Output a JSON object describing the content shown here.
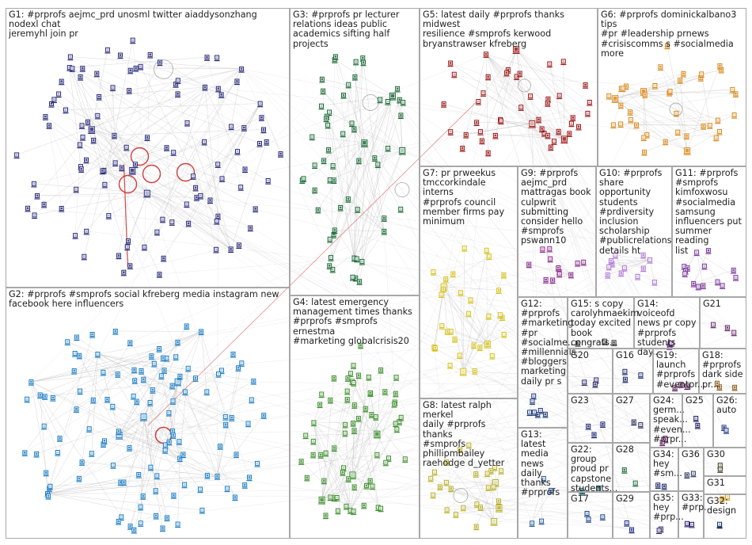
{
  "colors": {
    "edge": "#b8b8b8",
    "edge_red": "#c81e1e",
    "box_border": "#a8a8a8",
    "label_text": "#222222"
  },
  "groups": [
    {
      "id": "G1",
      "label": "G1: #prprofs aejmc_prd unosml twitter aiaddysonzhang nodexl chat\njeremyhl join pr",
      "color": "#2b2d7a",
      "nodes": 110
    },
    {
      "id": "G2",
      "label": "G2: #prprofs #smprofs social kfreberg media instagram new\nfacebook here influencers",
      "color": "#1f7fc4",
      "nodes": 120
    },
    {
      "id": "G3",
      "label": "G3: #prprofs pr lecturer\nrelations ideas public\nacademics sifting half projects",
      "color": "#1e6b3a",
      "nodes": 60
    },
    {
      "id": "G4",
      "label": "G4: latest emergency\nmanagement times thanks\n#prprofs #smprofs ernestma\n#marketing globalcrisis20",
      "color": "#3e8e2e",
      "nodes": 70
    },
    {
      "id": "G5",
      "label": "G5: latest daily #prprofs thanks midwest\nresilience #smprofs kerwood\nbryanstrawser kfreberg",
      "color": "#9b1a1a",
      "nodes": 45
    },
    {
      "id": "G6",
      "label": "G6: #prprofs dominickalbano3 tips\n#pr #leadership prnews\n#crisiscomms s #socialmedia more",
      "color": "#d98a1e",
      "nodes": 40
    },
    {
      "id": "G7",
      "label": "G7: pr prweekus\ntmccorkindale interns\n#prprofs council\nmember firms pay\nminimum",
      "color": "#d4c21e",
      "nodes": 32
    },
    {
      "id": "G8",
      "label": "G8: latest ralph merkel\ndaily #prprofs thanks\n#smprofs phillipmbailey\nraehodge d_yetter",
      "color": "#b8b02a",
      "nodes": 26
    },
    {
      "id": "G9",
      "label": "G9: #prprofs\naejmc_prd\nmattragas book\nculpwrit submitting\nconsider hello\n#smprofs\npswann10",
      "color": "#8a2b8a",
      "nodes": 12
    },
    {
      "id": "G10",
      "label": "G10: #prprofs\nshare opportunity\nstudents\n#prdiversity\ninclusion\nscholarship\n#publicrelations\ndetails ht",
      "color": "#b07ad4",
      "nodes": 12
    },
    {
      "id": "G11",
      "label": "G11: #prprofs\n#smprofs\nkimfoxwosu\n#socialmedia\nsamsung\ninfluencers put\nsummer reading\nlist",
      "color": "#7a3a9a",
      "nodes": 14
    },
    {
      "id": "G12",
      "label": "G12:\n#prprofs\n#marketing\n#pr\n#socialme...\n#millennials\n#bloggers\nmarketing\ndaily pr s",
      "color": "#1e3a7a",
      "nodes": 7
    },
    {
      "id": "G13",
      "label": "G13: latest\nmedia news\ndaily thanks\n#prprofs",
      "color": "#2a5c9a",
      "nodes": 4
    },
    {
      "id": "G14",
      "label": "G14: voiceofd\nnews pr copy\n#prprofs\nstudents day...",
      "color": "#5a2a7a",
      "nodes": 3
    },
    {
      "id": "G15",
      "label": "G15: s copy\ncarolyhmaekim\ntoday excited\nbook congrats...",
      "color": "#3a3a3a",
      "nodes": 3
    },
    {
      "id": "G16",
      "label": "G16",
      "color": "#1e2a6a",
      "nodes": 3
    },
    {
      "id": "G17",
      "label": "G17",
      "color": "#1e4a8a",
      "nodes": 3
    },
    {
      "id": "G18",
      "label": "G18:\n#prprofs\ndark side\npr...",
      "color": "#8a5a1e",
      "nodes": 3
    },
    {
      "id": "G19",
      "label": "G19:\nlaunch\n#prprofs\n#eventpr...",
      "color": "#5a1e5a",
      "nodes": 3
    },
    {
      "id": "G20",
      "label": "G20",
      "color": "#2a2a6a",
      "nodes": 3
    },
    {
      "id": "G21",
      "label": "G21",
      "color": "#6a2a6a",
      "nodes": 3
    },
    {
      "id": "G22",
      "label": "G22: group\nproud pr\ncapstone\nstudents...",
      "color": "#1e5a6a",
      "nodes": 3
    },
    {
      "id": "G23",
      "label": "G23",
      "color": "#1e2a7a",
      "nodes": 3
    },
    {
      "id": "G24",
      "label": "G24:\ngerm...\nspeak...\n#even...\n#prpr...",
      "color": "#6a1e6a",
      "nodes": 3
    },
    {
      "id": "G25",
      "label": "G25",
      "color": "#1e1e6a",
      "nodes": 2
    },
    {
      "id": "G26",
      "label": "G26:\nauto",
      "color": "#1e3a8a",
      "nodes": 2
    },
    {
      "id": "G27",
      "label": "G27",
      "color": "#2a2a5a",
      "nodes": 2
    },
    {
      "id": "G28",
      "label": "G28",
      "color": "#1e6a3a",
      "nodes": 2
    },
    {
      "id": "G29",
      "label": "G29",
      "color": "#1e2a8a",
      "nodes": 2
    },
    {
      "id": "G30",
      "label": "G30",
      "color": "#3a3a1e",
      "nodes": 2
    },
    {
      "id": "G31",
      "label": "G31",
      "color": "#d4a01e",
      "nodes": 2
    },
    {
      "id": "G32",
      "label": "G32:\ndesign",
      "color": "#1e3a6a",
      "nodes": 2
    },
    {
      "id": "G33",
      "label": "G33:\n#prp...",
      "color": "#2a1e6a",
      "nodes": 2
    },
    {
      "id": "G34",
      "label": "G34:\nhey\n#sm...",
      "color": "#1e2a6a",
      "nodes": 2
    },
    {
      "id": "G35",
      "label": "G35:\nhey\n#prp...",
      "color": "#3a2a6a",
      "nodes": 2
    },
    {
      "id": "G36",
      "label": "G36",
      "color": "#2a3a5a",
      "nodes": 2
    }
  ]
}
